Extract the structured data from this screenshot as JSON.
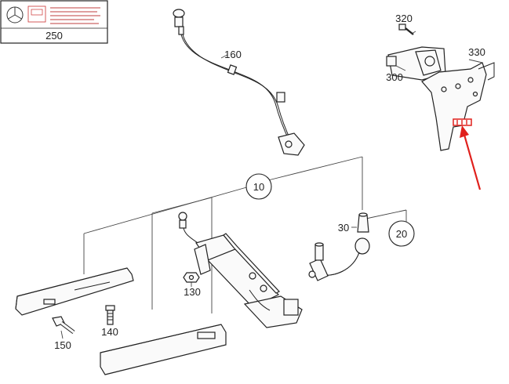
{
  "diagram": {
    "inset_label": "250",
    "callouts": [
      {
        "id": "p160",
        "text": "160"
      },
      {
        "id": "p320",
        "text": "320"
      },
      {
        "id": "p330",
        "text": "330"
      },
      {
        "id": "p300",
        "text": "300"
      },
      {
        "id": "p10",
        "text": "10"
      },
      {
        "id": "p30",
        "text": "30"
      },
      {
        "id": "p20",
        "text": "20"
      },
      {
        "id": "p130",
        "text": "130"
      },
      {
        "id": "p140",
        "text": "140"
      },
      {
        "id": "p150",
        "text": "150"
      }
    ],
    "colors": {
      "arrow": "#e0201c",
      "leader": "#c8a0ae",
      "highlight": "#e0201c"
    }
  }
}
